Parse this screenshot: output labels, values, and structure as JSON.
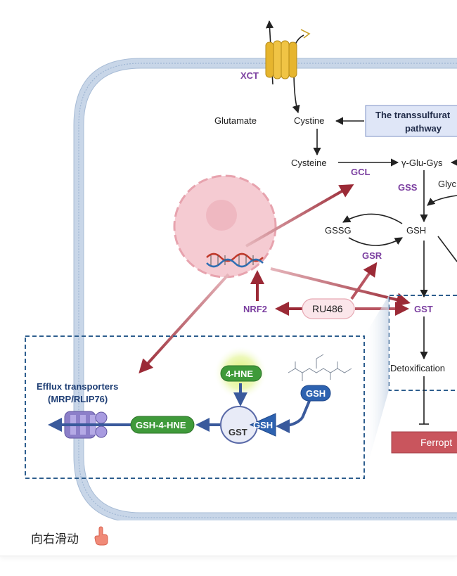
{
  "labels": {
    "xct": "XCT",
    "glutamate": "Glutamate",
    "cystine": "Cystine",
    "transsulfuration_line1": "The transsulfurat",
    "transsulfuration_line2": "pathway",
    "cysteine": "Cysteine",
    "gamma_glu": "γ-Glu-Gys",
    "gcl": "GCL",
    "gss": "GSS",
    "glyc": "Glyc",
    "gssg": "GSSG",
    "gsh_main": "GSH",
    "gsr": "GSR",
    "nrf2": "NRF2",
    "ru486": "RU486",
    "gst_main": "GST",
    "detoxification": "Detoxification",
    "ferroptosis": "Ferropt",
    "efflux_line1": "Efflux transporters",
    "efflux_line2": "(MRP/RLIP76)",
    "hne": "4-HNE",
    "gsh_molecule": "GSH",
    "gsh_bound": "GSH",
    "gst_enzyme": "GST",
    "conjugate": "GSH-4-HNE"
  },
  "footer": {
    "swipe_hint": "向右滑动"
  },
  "colors": {
    "arrow_red": "#9b2a36",
    "cell_membrane": "#b8cce4",
    "nucleus": "#f2c4cc",
    "dashed_box": "#2e5e8e",
    "green_pill": "#3f9a3a",
    "blue_pill": "#2d62b0",
    "ferroptosis_box": "#c9555d",
    "purple_label": "#7b3fa0"
  }
}
